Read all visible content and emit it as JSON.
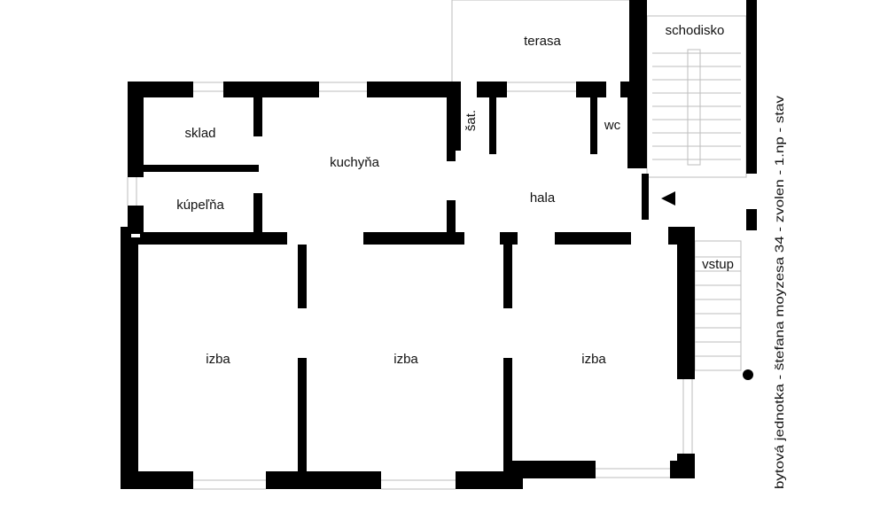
{
  "plan": {
    "caption": "bytová jednotka - štefana moyzesa 34 - zvolen - 1.np - stav",
    "wall_color": "#000000",
    "background_color": "#ffffff",
    "line_color": "#bdbdbd",
    "entrance_marker": "triangle-arrow-icon",
    "rooms": {
      "terasa": "terasa",
      "schodisko": "schodisko",
      "sklad": "sklad",
      "kuchyna": "kuchyňa",
      "sat": "šat.",
      "wc": "wc",
      "kupelna": "kúpeľňa",
      "hala": "hala",
      "vstup": "vstup",
      "izba_1": "izba",
      "izba_2": "izba",
      "izba_3": "izba"
    }
  }
}
